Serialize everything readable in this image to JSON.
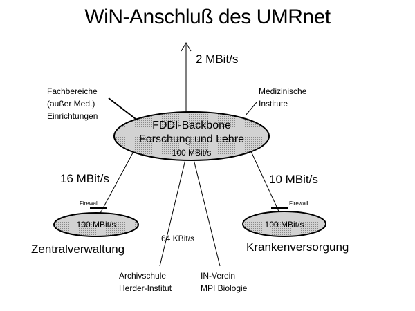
{
  "title": "WiN-Anschluß des UMRnet",
  "uplink_label": "2 MBit/s",
  "left_top_labels": [
    "Fachbereiche",
    "(außer Med.)",
    "Einrichtungen"
  ],
  "right_top_labels": [
    "Medizinische",
    "Institute"
  ],
  "backbone": {
    "line1": "FDDI-Backbone",
    "line2": "Forschung und Lehre",
    "speed": "100 MBit/s"
  },
  "left_branch": {
    "link_speed": "16 MBit/s",
    "firewall": "Firewall",
    "node_speed": "100 MBit/s",
    "name": "Zentralverwaltung"
  },
  "right_branch": {
    "link_speed": "10 MBit/s",
    "firewall": "Firewall",
    "node_speed": "100 MBit/s",
    "name": "Krankenversorgung"
  },
  "bottom": {
    "link_speed": "64 KBit/s",
    "left_labels": [
      "Archivschule",
      "Herder-Institut"
    ],
    "right_labels": [
      "IN-Verein",
      "MPI Biologie"
    ]
  },
  "colors": {
    "ellipse_fill": "#c8c8c8",
    "line": "#000000",
    "background": "#ffffff"
  }
}
